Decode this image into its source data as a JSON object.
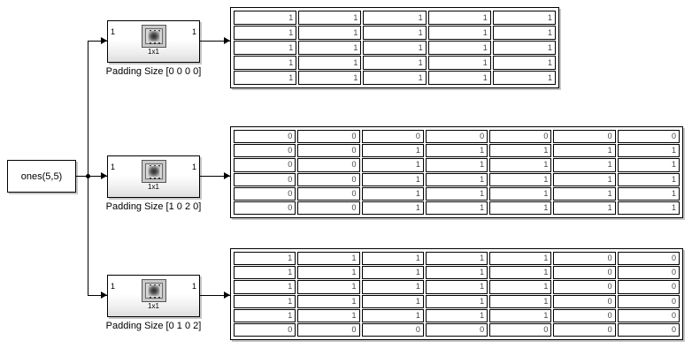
{
  "diagram": {
    "title": "Simulink 2-D Padding Block Diagram",
    "background_color": "#ffffff",
    "line_color": "#000000"
  },
  "source": {
    "name": "constant-source",
    "label": "ones(5,5)"
  },
  "branches": [
    {
      "id": "branch-1",
      "block": {
        "name": "pad-block-1",
        "icon_caption": "1x1",
        "input_port_label": "1",
        "output_port_label": "1",
        "caption": "Padding Size [0 0 0 0]"
      },
      "display": {
        "name": "display-1",
        "rows": 5,
        "cols": 5,
        "values": [
          [
            1,
            1,
            1,
            1,
            1
          ],
          [
            1,
            1,
            1,
            1,
            1
          ],
          [
            1,
            1,
            1,
            1,
            1
          ],
          [
            1,
            1,
            1,
            1,
            1
          ],
          [
            1,
            1,
            1,
            1,
            1
          ]
        ]
      }
    },
    {
      "id": "branch-2",
      "block": {
        "name": "pad-block-2",
        "icon_caption": "1x1",
        "input_port_label": "1",
        "output_port_label": "1",
        "caption": "Padding Size [1 0 2 0]"
      },
      "display": {
        "name": "display-2",
        "rows": 6,
        "cols": 7,
        "values": [
          [
            0,
            0,
            0,
            0,
            0,
            0,
            0
          ],
          [
            0,
            0,
            1,
            1,
            1,
            1,
            1
          ],
          [
            0,
            0,
            1,
            1,
            1,
            1,
            1
          ],
          [
            0,
            0,
            1,
            1,
            1,
            1,
            1
          ],
          [
            0,
            0,
            1,
            1,
            1,
            1,
            1
          ],
          [
            0,
            0,
            1,
            1,
            1,
            1,
            1
          ]
        ]
      }
    },
    {
      "id": "branch-3",
      "block": {
        "name": "pad-block-3",
        "icon_caption": "1x1",
        "input_port_label": "1",
        "output_port_label": "1",
        "caption": "Padding Size [0 1 0 2]"
      },
      "display": {
        "name": "display-3",
        "rows": 6,
        "cols": 7,
        "values": [
          [
            1,
            1,
            1,
            1,
            1,
            0,
            0
          ],
          [
            1,
            1,
            1,
            1,
            1,
            0,
            0
          ],
          [
            1,
            1,
            1,
            1,
            1,
            0,
            0
          ],
          [
            1,
            1,
            1,
            1,
            1,
            0,
            0
          ],
          [
            1,
            1,
            1,
            1,
            1,
            0,
            0
          ],
          [
            0,
            0,
            0,
            0,
            0,
            0,
            0
          ]
        ]
      }
    }
  ]
}
